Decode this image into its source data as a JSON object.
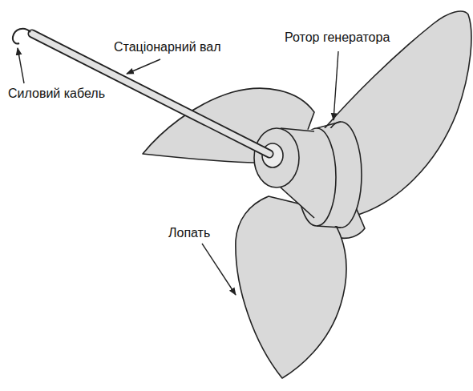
{
  "diagram": {
    "labels": [
      "Силовий кабель",
      "Стаціонарний вал",
      "Ротор генератора",
      "Лопать"
    ]
  }
}
